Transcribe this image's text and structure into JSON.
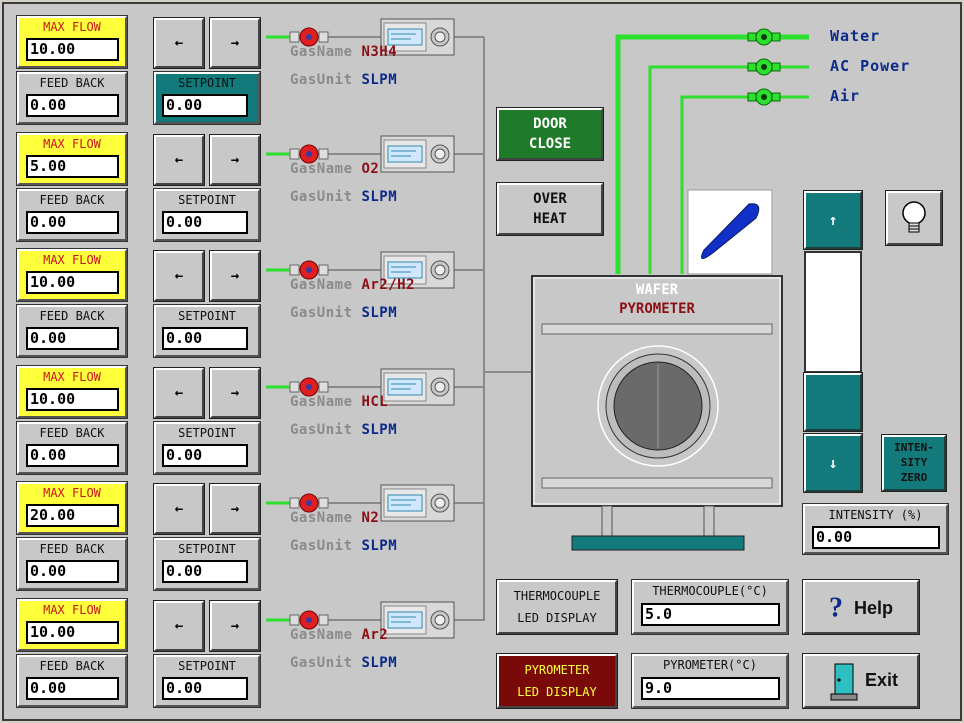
{
  "channels": [
    {
      "max_flow_label": "MAX FLOW",
      "max_flow": "10.00",
      "feedback_label": "FEED BACK",
      "feedback": "0.00",
      "setpoint_label": "SETPOINT",
      "setpoint": "0.00",
      "gas_name_key": "GasName",
      "gas_name": "N3H4",
      "gas_unit_key": "GasUnit",
      "gas_unit": "SLPM",
      "selected": true
    },
    {
      "max_flow_label": "MAX FLOW",
      "max_flow": "5.00",
      "feedback_label": "FEED BACK",
      "feedback": "0.00",
      "setpoint_label": "SETPOINT",
      "setpoint": "0.00",
      "gas_name_key": "GasName",
      "gas_name": "O2",
      "gas_unit_key": "GasUnit",
      "gas_unit": "SLPM",
      "selected": false
    },
    {
      "max_flow_label": "MAX FLOW",
      "max_flow": "10.00",
      "feedback_label": "FEED BACK",
      "feedback": "0.00",
      "setpoint_label": "SETPOINT",
      "setpoint": "0.00",
      "gas_name_key": "GasName",
      "gas_name": "Ar2/H2",
      "gas_unit_key": "GasUnit",
      "gas_unit": "SLPM",
      "selected": false
    },
    {
      "max_flow_label": "MAX FLOW",
      "max_flow": "10.00",
      "feedback_label": "FEED BACK",
      "feedback": "0.00",
      "setpoint_label": "SETPOINT",
      "setpoint": "0.00",
      "gas_name_key": "GasName",
      "gas_name": "HCL",
      "gas_unit_key": "GasUnit",
      "gas_unit": "SLPM",
      "selected": false
    },
    {
      "max_flow_label": "MAX FLOW",
      "max_flow": "20.00",
      "feedback_label": "FEED BACK",
      "feedback": "0.00",
      "setpoint_label": "SETPOINT",
      "setpoint": "0.00",
      "gas_name_key": "GasName",
      "gas_name": "N2",
      "gas_unit_key": "GasUnit",
      "gas_unit": "SLPM",
      "selected": false
    },
    {
      "max_flow_label": "MAX FLOW",
      "max_flow": "10.00",
      "feedback_label": "FEED BACK",
      "feedback": "0.00",
      "setpoint_label": "SETPOINT",
      "setpoint": "0.00",
      "gas_name_key": "GasName",
      "gas_name": "Ar2",
      "gas_unit_key": "GasUnit",
      "gas_unit": "SLPM",
      "selected": false
    }
  ],
  "arrows": {
    "left": "←",
    "right": "→",
    "up": "↑",
    "down": "↓"
  },
  "utilities": [
    "Water",
    "AC Power",
    "Air"
  ],
  "door": {
    "line1": "DOOR",
    "line2": "CLOSE"
  },
  "overheat": {
    "line1": "OVER",
    "line2": "HEAT"
  },
  "chamber": {
    "wafer": "WAFER",
    "pyrometer": "PYROMETER"
  },
  "intensity": {
    "zero_line1": "INTEN-",
    "zero_line2": "SITY",
    "zero_line3": "ZERO",
    "label": "INTENSITY (%)",
    "value": "0.00"
  },
  "thermocouple": {
    "led_line1": "THERMOCOUPLE",
    "led_line2": "LED DISPLAY",
    "label": "THERMOCOUPLE(°C)",
    "value": "5.0"
  },
  "pyrometer": {
    "led_line1": "PYROMETER",
    "led_line2": "LED DISPLAY",
    "label": "PYROMETER(°C)",
    "value": "9.0"
  },
  "help_label": "Help",
  "help_glyph": "?",
  "exit_label": "Exit",
  "colors": {
    "background": "#c8c8c8",
    "field_yellow": "#ffff3c",
    "teal": "#127a7a",
    "door_green": "#1f7a2a",
    "pyro_red": "#7a0a0a",
    "pipe_green": "#2ee02e",
    "valve_red": "#e02020"
  },
  "icons": [
    "arrow-left-icon",
    "arrow-right-icon",
    "arrow-up-icon",
    "arrow-down-icon",
    "valve-icon",
    "mass-flow-controller-icon",
    "fan-icon",
    "light-bulb-icon",
    "help-icon",
    "exit-door-icon"
  ]
}
